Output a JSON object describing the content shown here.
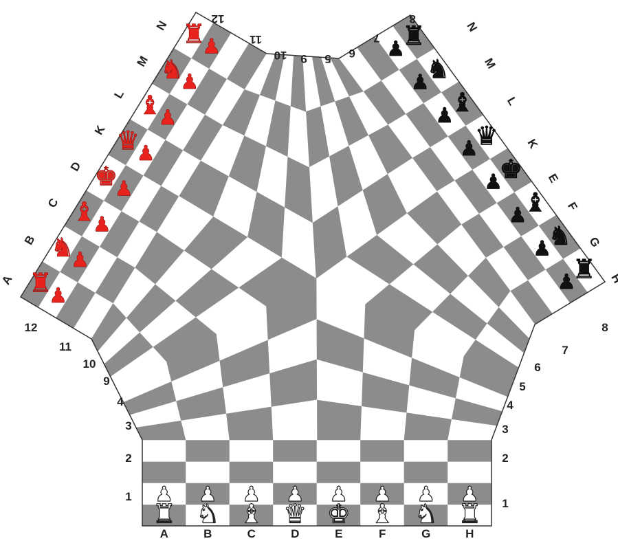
{
  "board": {
    "colors": {
      "dark_square": "#8c8c8c",
      "light_square": "#ffffff",
      "outline": "#333333",
      "white_player": "#ffffff",
      "black_player": "#111111",
      "red_player": "#e8231d"
    },
    "white_side": {
      "files": [
        "A",
        "B",
        "C",
        "D",
        "E",
        "F",
        "G",
        "H"
      ],
      "ranks_left": [
        "1",
        "2",
        "3",
        "4",
        "9",
        "10",
        "11",
        "12"
      ],
      "ranks_right": [
        "1",
        "2",
        "3",
        "4",
        "5",
        "6",
        "7",
        "8"
      ],
      "back_rank": [
        "rook",
        "knight",
        "bishop",
        "queen",
        "king",
        "bishop",
        "knight",
        "rook"
      ],
      "pawns": [
        "pawn",
        "pawn",
        "pawn",
        "pawn",
        "pawn",
        "pawn",
        "pawn",
        "pawn"
      ]
    },
    "black_side": {
      "files": [
        "H",
        "G",
        "F",
        "E",
        "K",
        "L",
        "M",
        "N"
      ],
      "ranks": [
        "8",
        "7",
        "6",
        "5"
      ],
      "ranks_top": [
        "8",
        "7",
        "6",
        "5"
      ],
      "back_rank": [
        "rook",
        "knight",
        "bishop",
        "queen",
        "king",
        "bishop",
        "knight",
        "rook"
      ],
      "pawns": [
        "pawn",
        "pawn",
        "pawn",
        "pawn",
        "pawn",
        "pawn",
        "pawn",
        "pawn"
      ]
    },
    "red_side": {
      "files": [
        "A",
        "B",
        "C",
        "D",
        "K",
        "L",
        "M",
        "N"
      ],
      "ranks_top": [
        "12",
        "11",
        "10",
        "9"
      ],
      "back_rank": [
        "rook",
        "knight",
        "bishop",
        "king",
        "queen",
        "bishop",
        "knight",
        "rook"
      ],
      "pawns": [
        "pawn",
        "pawn",
        "pawn",
        "pawn",
        "pawn",
        "pawn",
        "pawn",
        "pawn"
      ]
    },
    "glyphs": {
      "king": "♚",
      "queen": "♛",
      "rook": "♜",
      "bishop": "♝",
      "knight": "♞",
      "pawn": "♟"
    },
    "labels": {
      "bottom_files": [
        "A",
        "B",
        "C",
        "D",
        "E",
        "F",
        "G",
        "H"
      ],
      "left_ranks": [
        "1",
        "2",
        "3",
        "4",
        "9",
        "10",
        "11",
        "12"
      ],
      "right_ranks": [
        "1",
        "2",
        "3",
        "4",
        "5",
        "6",
        "7",
        "8"
      ],
      "top_ranks": [
        "12",
        "11",
        "10",
        "9",
        "5",
        "6",
        "7",
        "8"
      ],
      "red_files": [
        "A",
        "B",
        "C",
        "D",
        "K",
        "L",
        "M",
        "N"
      ],
      "black_files": [
        "H",
        "G",
        "F",
        "E",
        "K",
        "L",
        "M",
        "N"
      ]
    }
  }
}
